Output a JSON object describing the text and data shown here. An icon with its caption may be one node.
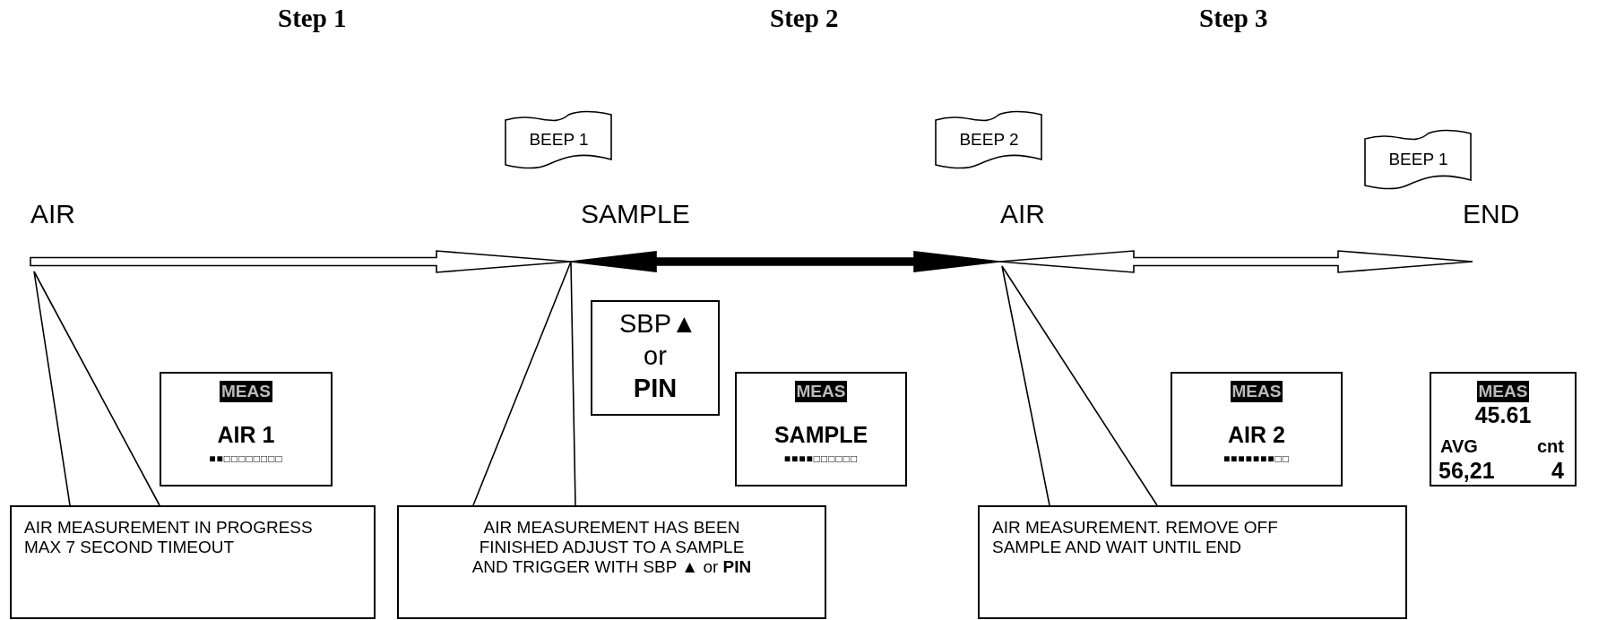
{
  "diagram": {
    "nodes": [
      {
        "text": [
          "BEEP 1"
        ]
      },
      {
        "text": [
          "BEEP 2"
        ]
      },
      {
        "text": [
          "BEEP 1"
        ]
      },
      {
        "text": [
          "AIR"
        ]
      },
      {
        "text": [
          "SAMPLE"
        ]
      },
      {
        "text": [
          "AIR"
        ]
      },
      {
        "text": [
          "END"
        ]
      },
      {
        "text": [
          "SBP▲ or **PIN**"
        ]
      },
      {
        "text": [
          "MEAS",
          "AIR 1",
          "■■□□□□□□□□"
        ]
      },
      {
        "text": [
          "MEAS",
          "SAMPLE",
          "■■■■□□□□□□"
        ]
      },
      {
        "text": [
          "MEAS",
          "AIR 2",
          "■■■■■■■□□"
        ]
      },
      {
        "text": [
          "MEAS",
          "45.61",
          "AVG",
          "cnt",
          "56,21",
          "4"
        ]
      },
      {
        "text": [
          "AIR MEASUREMENT IN PROGRESS MAX 7 SECOND TIMEOUT"
        ]
      },
      {
        "text": [
          "AIR MEASUREMENT HAS BEEN FINISHED ADJUST TO A SAMPLE AND TRIGGER WITH SBP ▲ or **PIN**"
        ]
      },
      {
        "text": [
          "AIR MEASUREMENT. REMOVE OFF SAMPLE AND WAIT UNTIL END"
        ]
      }
    ],
    "edges": [
      {
        "from": 3,
        "to": 4,
        "arrow": "to"
      },
      {
        "from": 4,
        "to": 5,
        "arrow": "both",
        "style": "thick"
      },
      {
        "from": 5,
        "to": 6,
        "arrow": "both"
      },
      {
        "from": 12,
        "to": null,
        "arrow": "none"
      },
      {
        "from": 13,
        "to": null,
        "arrow": "none"
      },
      {
        "from": 14,
        "to": null,
        "arrow": "none"
      }
    ],
    "labels": [
      "Step 1",
      "Step 2",
      "Step 3"
    ]
  }
}
